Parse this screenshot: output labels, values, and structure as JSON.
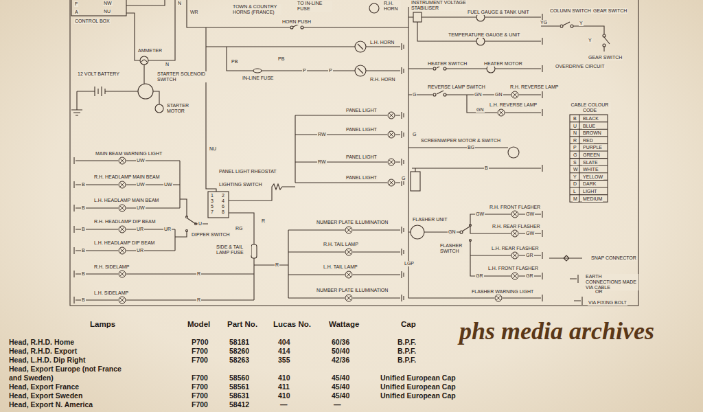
{
  "diagram": {
    "labels": [
      "F",
      "A",
      "NW",
      "NU",
      "CONTROL BOX",
      "N",
      "WR",
      "AMMETER",
      "N",
      "12 VOLT BATTERY",
      "STARTER SOLENOID SWITCH",
      "STARTER MOTOR",
      "TOWN & COUNTRY HORNS (FRANCE)",
      "TO IN-LINE FUSE",
      "R.H. HORN",
      "HORN PUSH",
      "L.H. HORN",
      "PB",
      "PB",
      "P",
      "P",
      "IN-LINE FUSE",
      "R.H. HORN",
      "NU",
      "PANEL LIGHT",
      "PANEL LIGHT",
      "PANEL LIGHT",
      "PANEL LIGHT",
      "RW",
      "RW",
      "PANEL LIGHT RHEOSTAT",
      "LIGHTING SWITCH",
      "1",
      "2",
      "3",
      "4",
      "5",
      "6",
      "7",
      "8",
      "R",
      "RG",
      "U",
      "MAIN BEAM WARNING LIGHT",
      "UW",
      "R.H. HEADLAMP MAIN BEAM",
      "B",
      "UW",
      "UW",
      "L.H. HEADLAMP MAIN BEAM",
      "B",
      "UW",
      "R.H. HEADLAMP DIP BEAM",
      "B",
      "UR",
      "UR",
      "DIPPER SWITCH",
      "L.H. HEADLAMP DIP BEAM",
      "B",
      "UR",
      "SIDE & TAIL LAMP FUSE",
      "R.H. SIDELAMP",
      "B",
      "R",
      "L.H. SIDELAMP",
      "B",
      "R",
      "NUMBER PLATE ILLUMINATION",
      "R.H. TAIL LAMP",
      "L.H. TAIL LAMP",
      "NUMBER PLATE ILLUMINATION",
      "R",
      "INSTRUMENT VOLTAGE STABILISER",
      "FUEL GAUGE & TANK UNIT",
      "TEMPERATURE GAUGE & UNIT",
      "HEATER SWITCH",
      "HEATER MOTOR",
      "REVERSE LAMP SWITCH",
      "R.H. REVERSE LAMP",
      "GN",
      "GN",
      "L.H. REVERSE LAMP",
      "GN",
      "G",
      "G",
      "SCREENWIPER MOTOR & SWITCH",
      "BG",
      "B",
      "G",
      "FLASHER UNIT",
      "GN",
      "FLASHER SWITCH",
      "R.H. FRONT FLASHER",
      "GW",
      "GW",
      "R.H. REAR FLASHER",
      "GW",
      "L.H. REAR FLASHER",
      "GR",
      "L.H. FRONT FLASHER",
      "GR",
      "GR",
      "LGP",
      "FLASHER WARNING LIGHT",
      "SNAP CONNECTOR",
      "EARTH CONNECTIONS MADE VIA CABLE",
      "OR",
      "VIA FIXING BOLT",
      "COLUMN SWITCH",
      "GEAR SWITCH",
      "YG",
      "Y",
      "Y",
      "GEAR SWITCH",
      "OVERDRIVE CIRCUIT",
      "CABLE COLOUR CODE",
      "B",
      "BLACK",
      "U",
      "BLUE",
      "N",
      "BROWN",
      "R",
      "RED",
      "P",
      "PURPLE",
      "G",
      "GREEN",
      "S",
      "SLATE",
      "W",
      "WHITE",
      "Y",
      "YELLOW",
      "D",
      "DARK",
      "L",
      "LIGHT",
      "M",
      "MEDIUM",
      "Lamps",
      "Model",
      "Part No.",
      "Lucas No.",
      "Wattage",
      "Cap",
      "Head, R.H.D. Home",
      "P700",
      "58181",
      "404",
      "60/36",
      "B.P.F.",
      "Head, R.H.D. Export",
      "F700",
      "58260",
      "414",
      "50/40",
      "B.P.F.",
      "Head, L.H.D. Dip Right",
      "F700",
      "58263",
      "355",
      "42/36",
      "B.P.F.",
      "Head, Export Europe (not France and Sweden)",
      "F700",
      "58560",
      "410",
      "45/40",
      "Unified European Cap",
      "Head, Export France",
      "F700",
      "58561",
      "411",
      "45/40",
      "Unified European Cap",
      "Head, Export Sweden",
      "F700",
      "58631",
      "410",
      "45/40",
      "Unified European Cap",
      "Head, Export N. America",
      "F700",
      "58412",
      "—",
      "—",
      "phs media archives"
    ]
  }
}
